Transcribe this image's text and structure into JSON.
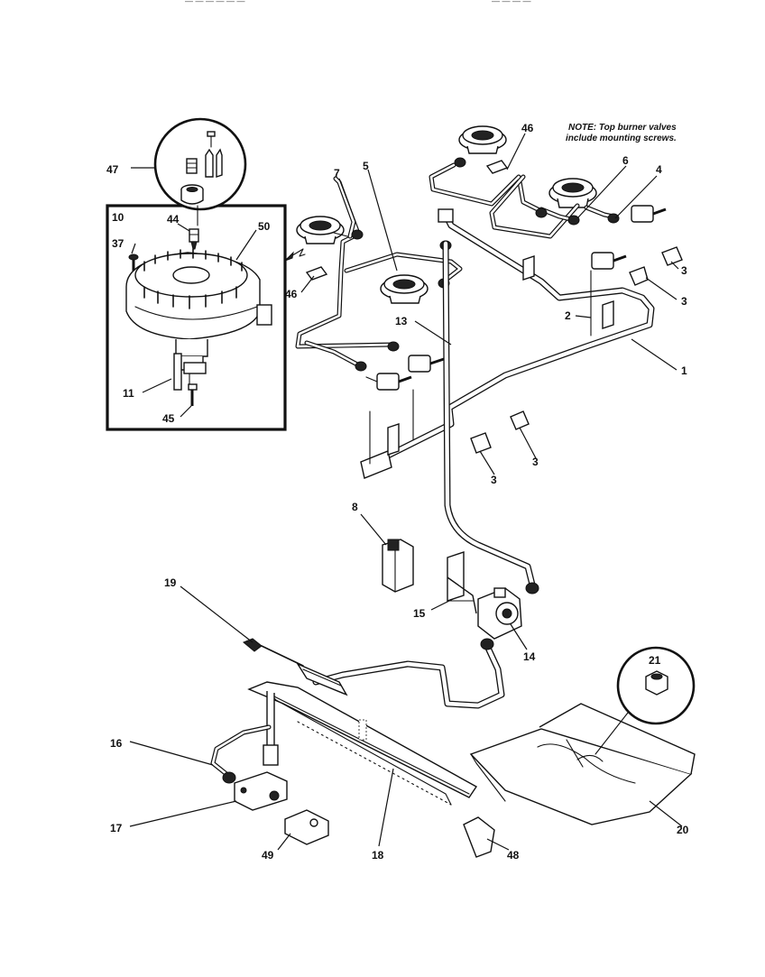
{
  "header": {
    "left_text": "— — — — — —",
    "right_text": "— — — —"
  },
  "note": {
    "line1": "NOTE: Top burner valves",
    "line2": "include mounting screws."
  },
  "callouts": {
    "c1": "1",
    "c2": "2",
    "c3": "3",
    "c4": "4",
    "c5": "5",
    "c6": "6",
    "c7": "7",
    "c8": "8",
    "c10": "10",
    "c11": "11",
    "c13": "13",
    "c14": "14",
    "c15": "15",
    "c16": "16",
    "c17": "17",
    "c18": "18",
    "c19": "19",
    "c20": "20",
    "c21": "21",
    "c37": "37",
    "c44": "44",
    "c45": "45",
    "c46": "46",
    "c47": "47",
    "c48": "48",
    "c49": "49",
    "c50": "50"
  }
}
